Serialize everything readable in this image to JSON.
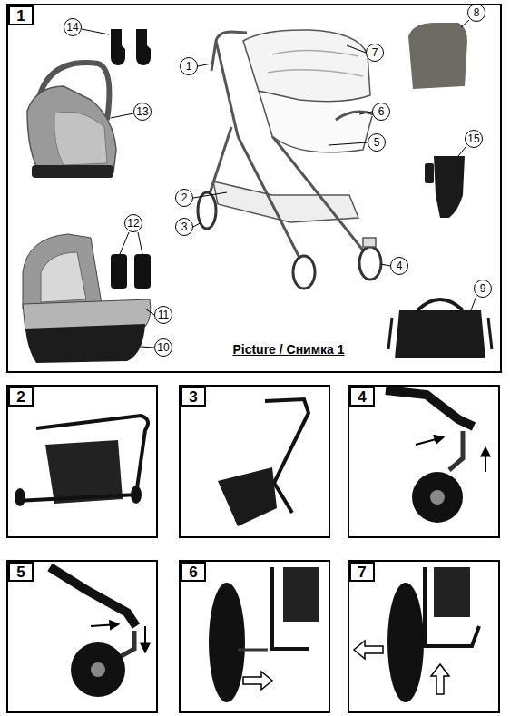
{
  "diagram": {
    "nodes": [
      {
        "text": [
          "1"
        ]
      },
      {
        "text": [
          "14"
        ]
      },
      {
        "text": [
          "1"
        ]
      },
      {
        "text": [
          "7"
        ]
      },
      {
        "text": [
          "8"
        ]
      },
      {
        "text": [
          "13"
        ]
      },
      {
        "text": [
          "6"
        ]
      },
      {
        "text": [
          "5"
        ]
      },
      {
        "text": [
          "15"
        ]
      },
      {
        "text": [
          "2"
        ]
      },
      {
        "text": [
          "3"
        ]
      },
      {
        "text": [
          "12"
        ]
      },
      {
        "text": [
          "4"
        ]
      },
      {
        "text": [
          "11"
        ]
      },
      {
        "text": [
          "9"
        ]
      },
      {
        "text": [
          "10"
        ]
      },
      {
        "text": [
          "2"
        ]
      },
      {
        "text": [
          "3"
        ]
      },
      {
        "text": [
          "4"
        ]
      },
      {
        "text": [
          "5"
        ]
      },
      {
        "text": [
          "6"
        ]
      },
      {
        "text": [
          "7"
        ]
      }
    ],
    "labels": [
      "Picture / Снимка 1"
    ]
  }
}
